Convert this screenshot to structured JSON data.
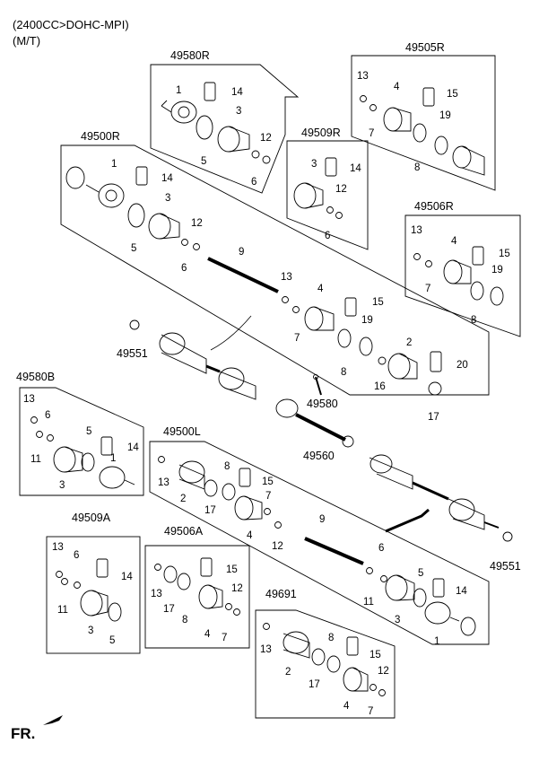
{
  "header": {
    "engine": "(2400CC>DOHC-MPI)",
    "transmission": "(M/T)"
  },
  "front_label": "FR.",
  "groups": {
    "g49580R": "49580R",
    "g49505R": "49505R",
    "g49500R": "49500R",
    "g49509R": "49509R",
    "g49506R": "49506R",
    "g49551a": "49551",
    "g49580": "49580",
    "g49580B": "49580B",
    "g49560": "49560",
    "g49500L": "49500L",
    "g49509A": "49509A",
    "g49506A": "49506A",
    "g49551b": "49551",
    "g49691": "49691"
  },
  "callouts": {
    "a14": "14",
    "a1": "1",
    "a3": "3",
    "a12": "12",
    "a5": "5",
    "a6": "6",
    "b13": "13",
    "b4": "4",
    "b15": "15",
    "b7": "7",
    "b19": "19",
    "b8": "8",
    "c1": "1",
    "c14": "14",
    "c3": "3",
    "c12": "12",
    "c5": "5",
    "c6": "6",
    "d3": "3",
    "d14": "14",
    "d12": "12",
    "d6": "6",
    "e13": "13",
    "e4": "4",
    "e15": "15",
    "e7": "7",
    "e19": "19",
    "e8": "8",
    "f9": "9",
    "f13": "13",
    "f4": "4",
    "f15": "15",
    "f7": "7",
    "f19": "19",
    "f8": "8",
    "f2": "2",
    "f20": "20",
    "f16": "16",
    "f17": "17",
    "g13": "13",
    "g6": "6",
    "g11": "11",
    "g5": "5",
    "g14": "14",
    "g3": "3",
    "g1": "1",
    "h13": "13",
    "h2": "2",
    "h17": "17",
    "h8": "8",
    "h15": "15",
    "h7": "7",
    "h4": "4",
    "h12": "12",
    "i9": "9",
    "i6": "6",
    "i11": "11",
    "i5": "5",
    "i14": "14",
    "i3": "3",
    "i1": "1",
    "j13": "13",
    "j6": "6",
    "j11": "11",
    "j14": "14",
    "j3": "3",
    "j5": "5",
    "k13": "13",
    "k15": "15",
    "k12": "12",
    "k17": "17",
    "k8": "8",
    "k4": "4",
    "k7": "7",
    "l13": "13",
    "l8": "8",
    "l15": "15",
    "l2": "2",
    "l17": "17",
    "l12": "12",
    "l4": "4",
    "l7": "7"
  }
}
